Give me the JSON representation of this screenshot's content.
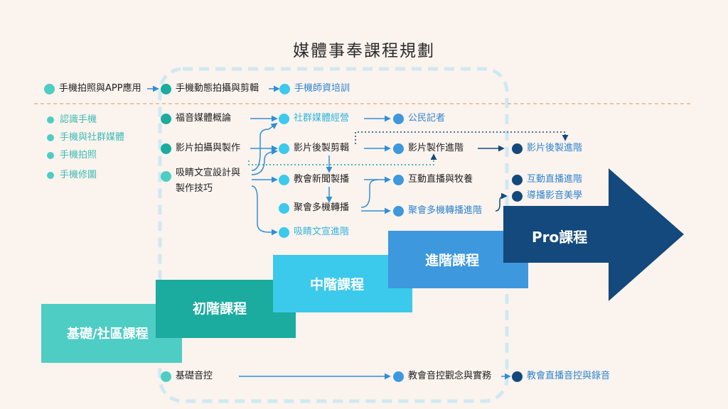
{
  "title": "媒體事奉課程規劃",
  "colors": {
    "basic": "#4ecdc4",
    "beginner": "#1bab9f",
    "intermediate": "#3bc9ec",
    "advanced": "#3d98de",
    "pro": "#13497c",
    "background": "#fbf3ee",
    "dashed_box": "#cfe9f2",
    "divider": "#e0a77b"
  },
  "top_row": {
    "a": "手機拍照與APP應用",
    "b": "手機動態拍攝與剪輯",
    "c": "手機師資培訓"
  },
  "basics_list": [
    "認識手機",
    "手機與社群媒體",
    "手機拍照",
    "手機修圖"
  ],
  "beginner": {
    "n1": "福音媒體概論",
    "n2": "影片拍攝與製作",
    "n3_line1": "吸睛文宣設計與",
    "n3_line2": "製作技巧"
  },
  "intermediate": {
    "n1": "社群媒體經營",
    "n2": "影片後製剪輯",
    "n3": "教會新聞製播",
    "n4": "聚會多機轉播",
    "n5": "吸睛文宣進階"
  },
  "advanced": {
    "n1": "公民記者",
    "n2": "影片製作進階",
    "n3": "互動直播與牧養",
    "n4": "聚會多機轉播進階"
  },
  "pro": {
    "n1": "影片後製進階",
    "n2": "互動直播進階",
    "n3": "導播影音美學"
  },
  "stairs": {
    "basic": "基礎/社區課程",
    "beginner": "初階課程",
    "intermediate": "中階課程",
    "advanced": "進階課程",
    "pro": "Pro課程"
  },
  "audio_row": {
    "a": "基礎音控",
    "b": "教會音控觀念與實務",
    "c": "教會直播音控與錄音"
  }
}
